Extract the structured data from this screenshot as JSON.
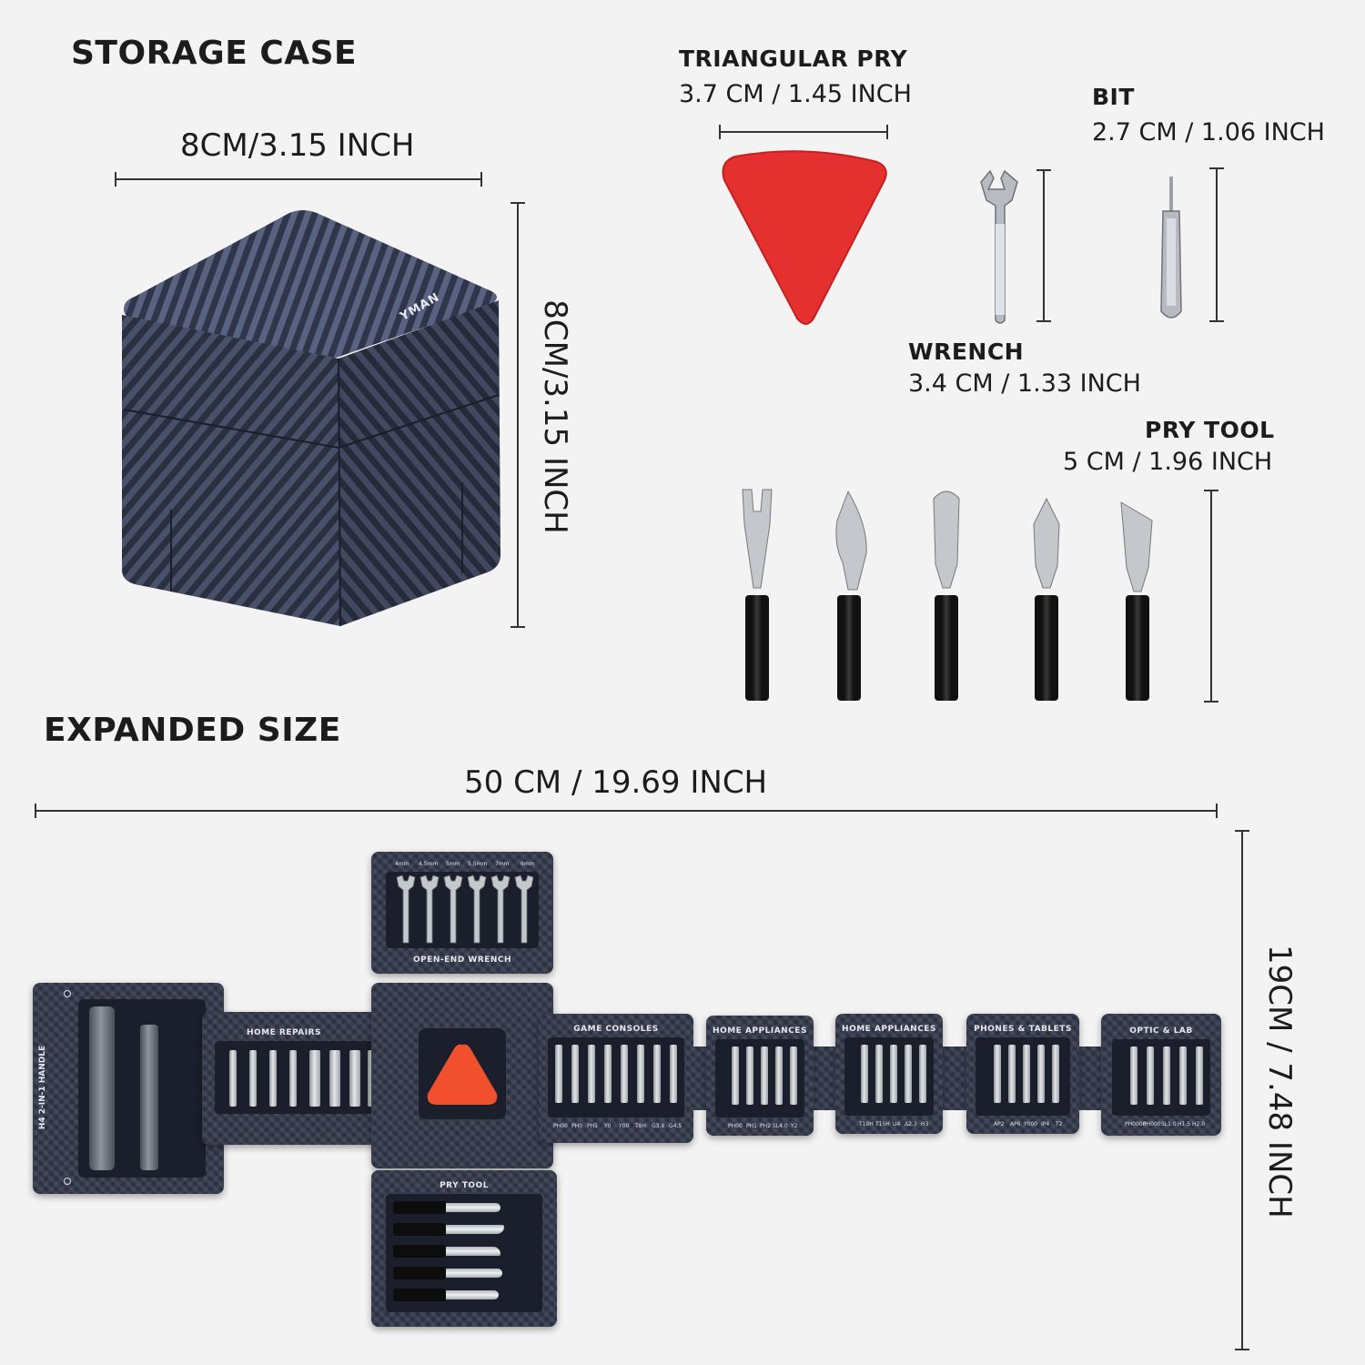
{
  "headings": {
    "storage_case": "STORAGE CASE",
    "expanded_size": "EXPANDED SIZE"
  },
  "storage_case": {
    "width_label": "8CM/3.15 INCH",
    "height_label": "8CM/3.15 INCH",
    "brand": "YMAN"
  },
  "tools": {
    "triangular_pry": {
      "name": "TRIANGULAR PRY",
      "size": "3.7 CM / 1.45 INCH",
      "color": "#e53030"
    },
    "bit": {
      "name": "BIT",
      "size": "2.7 CM / 1.06 INCH"
    },
    "wrench": {
      "name": "WRENCH",
      "size": "3.4 CM / 1.33 INCH"
    },
    "pry_tool": {
      "name": "PRY TOOL",
      "size": "5 CM / 1.96 INCH"
    }
  },
  "expanded": {
    "width_label": "50 CM / 19.69 INCH",
    "height_label": "19CM / 7.48 INCH",
    "modules": {
      "open_end_wrench": {
        "label": "OPEN-END WRENCH",
        "sizes": [
          "4mm",
          "4.5mm",
          "5mm",
          "5.5mm",
          "7mm",
          "6mm"
        ]
      },
      "handle": {
        "label": "H4 2-IN-1 HANDLE"
      },
      "home_repairs": {
        "label": "HOME REPAIRS"
      },
      "game_consoles": {
        "label": "GAME CONSOLES",
        "bits": [
          "PH00",
          "PH0",
          "PH1",
          "Y0",
          "Y00",
          "T8H",
          "G3.8",
          "G4.5"
        ]
      },
      "home_appliances_1": {
        "label": "HOME APPLIANCES",
        "bits": [
          "PH00",
          "PH1",
          "PH2",
          "SL4.0",
          "Y2"
        ]
      },
      "home_appliances_2": {
        "label": "HOME APPLIANCES",
        "bits": [
          "T10H",
          "T15H",
          "U4",
          "Δ2.3",
          "H3"
        ]
      },
      "phones_tablets": {
        "label": "PHONES & TABLETS",
        "bits": [
          "AP2",
          "AP6",
          "Y000",
          "IP4",
          "T2"
        ]
      },
      "optic_lab": {
        "label": "OPTIC & LAB",
        "bits": [
          "PH0000",
          "PH000",
          "SL1.0",
          "H1.5",
          "H2.0"
        ]
      },
      "pry_tool": {
        "label": "PRY TOOL"
      }
    }
  },
  "colors": {
    "background": "#f3f3f3",
    "case_body": "#2b3142",
    "accent_red": "#e53030",
    "pry_orange": "#f0502e"
  }
}
